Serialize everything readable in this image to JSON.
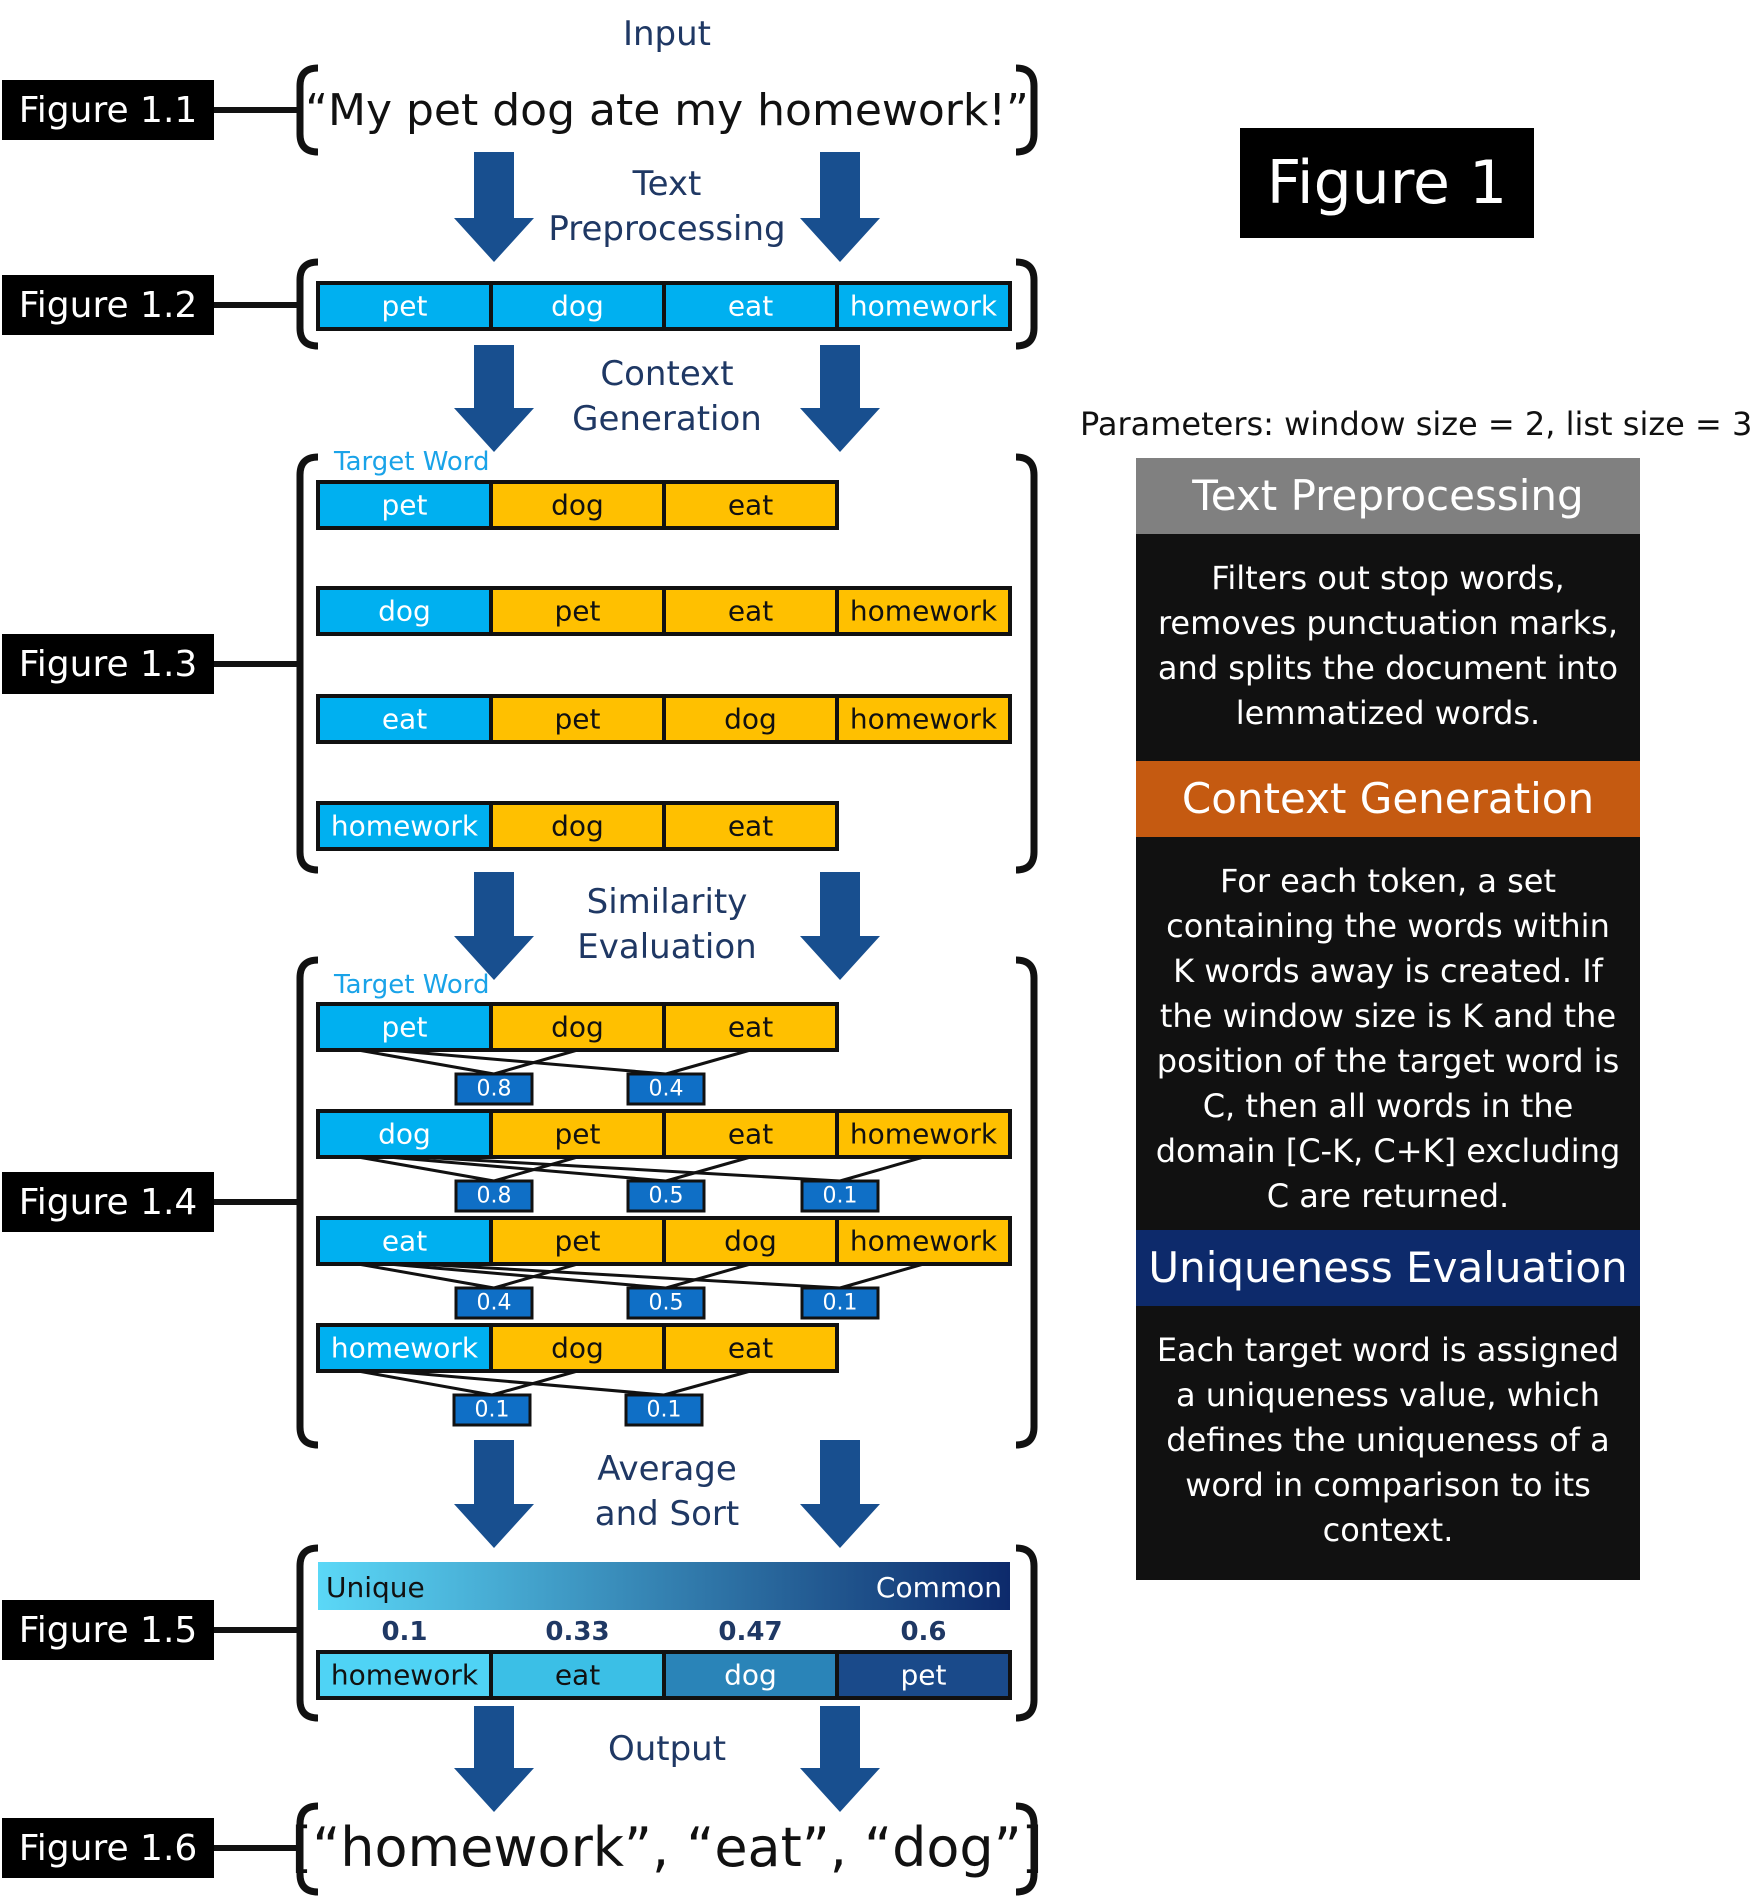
{
  "input_label": "Input",
  "input_sentence": "“My pet dog ate my homework!”",
  "figure_labels": [
    "Figure 1.1",
    "Figure 1.2",
    "Figure 1.3",
    "Figure 1.4",
    "Figure 1.5",
    "Figure 1.6"
  ],
  "steps": [
    {
      "lines": [
        "Text",
        "Preprocessing"
      ]
    },
    {
      "lines": [
        "Context",
        "Generation"
      ]
    },
    {
      "lines": [
        "Similarity",
        "Evaluation"
      ]
    },
    {
      "lines": [
        "Average",
        "and Sort"
      ]
    },
    {
      "lines": [
        "Output"
      ]
    }
  ],
  "tokens": [
    "pet",
    "dog",
    "eat",
    "homework"
  ],
  "target_word_label": "Target Word",
  "contexts": [
    {
      "target": "pet",
      "context": [
        "dog",
        "eat"
      ]
    },
    {
      "target": "dog",
      "context": [
        "pet",
        "eat",
        "homework"
      ]
    },
    {
      "target": "eat",
      "context": [
        "pet",
        "dog",
        "homework"
      ]
    },
    {
      "target": "homework",
      "context": [
        "dog",
        "eat"
      ]
    }
  ],
  "similarity_scores": [
    [
      "0.8",
      "0.4"
    ],
    [
      "0.8",
      "0.5",
      "0.1"
    ],
    [
      "0.4",
      "0.5",
      "0.1"
    ],
    [
      "0.1",
      "0.1"
    ]
  ],
  "scale": {
    "left_label": "Unique",
    "right_label": "Common",
    "start_color": "#5bd8f7",
    "end_color": "#0d2a6b"
  },
  "ranking": [
    {
      "word": "homework",
      "value": "0.1",
      "color": "#4fd3f5"
    },
    {
      "word": "eat",
      "value": "0.33",
      "color": "#3bbfe6"
    },
    {
      "word": "dog",
      "value": "0.47",
      "color": "#2a84b8"
    },
    {
      "word": "pet",
      "value": "0.6",
      "color": "#1a4a8a"
    }
  ],
  "output": "[“homework”, “eat”, “dog”]",
  "figure_title": "Figure 1",
  "parameters": "Parameters: window size = 2, list size = 3",
  "panels": [
    {
      "title": "Text Preprocessing",
      "color": "#808080",
      "body": "Filters out stop words, removes punctuation marks, and splits the document into lemmatized words."
    },
    {
      "title": "Context Generation",
      "color": "#c55a11",
      "body": "For each token, a set containing the words within K words away is created. If the window size is K and the position of the target word is C, then all words in the domain [C-K, C+K] excluding C are returned."
    },
    {
      "title": "Uniqueness Evaluation",
      "color": "#0d2a6b",
      "body": "Each target word is assigned a uniqueness value, which defines the uniqueness of a word in comparison to its context."
    }
  ],
  "colors": {
    "target": "#00b0f0",
    "context": "#ffc000",
    "score": "#0f6fc6",
    "arrow": "#184f8f",
    "step_text": "#1f3864"
  }
}
